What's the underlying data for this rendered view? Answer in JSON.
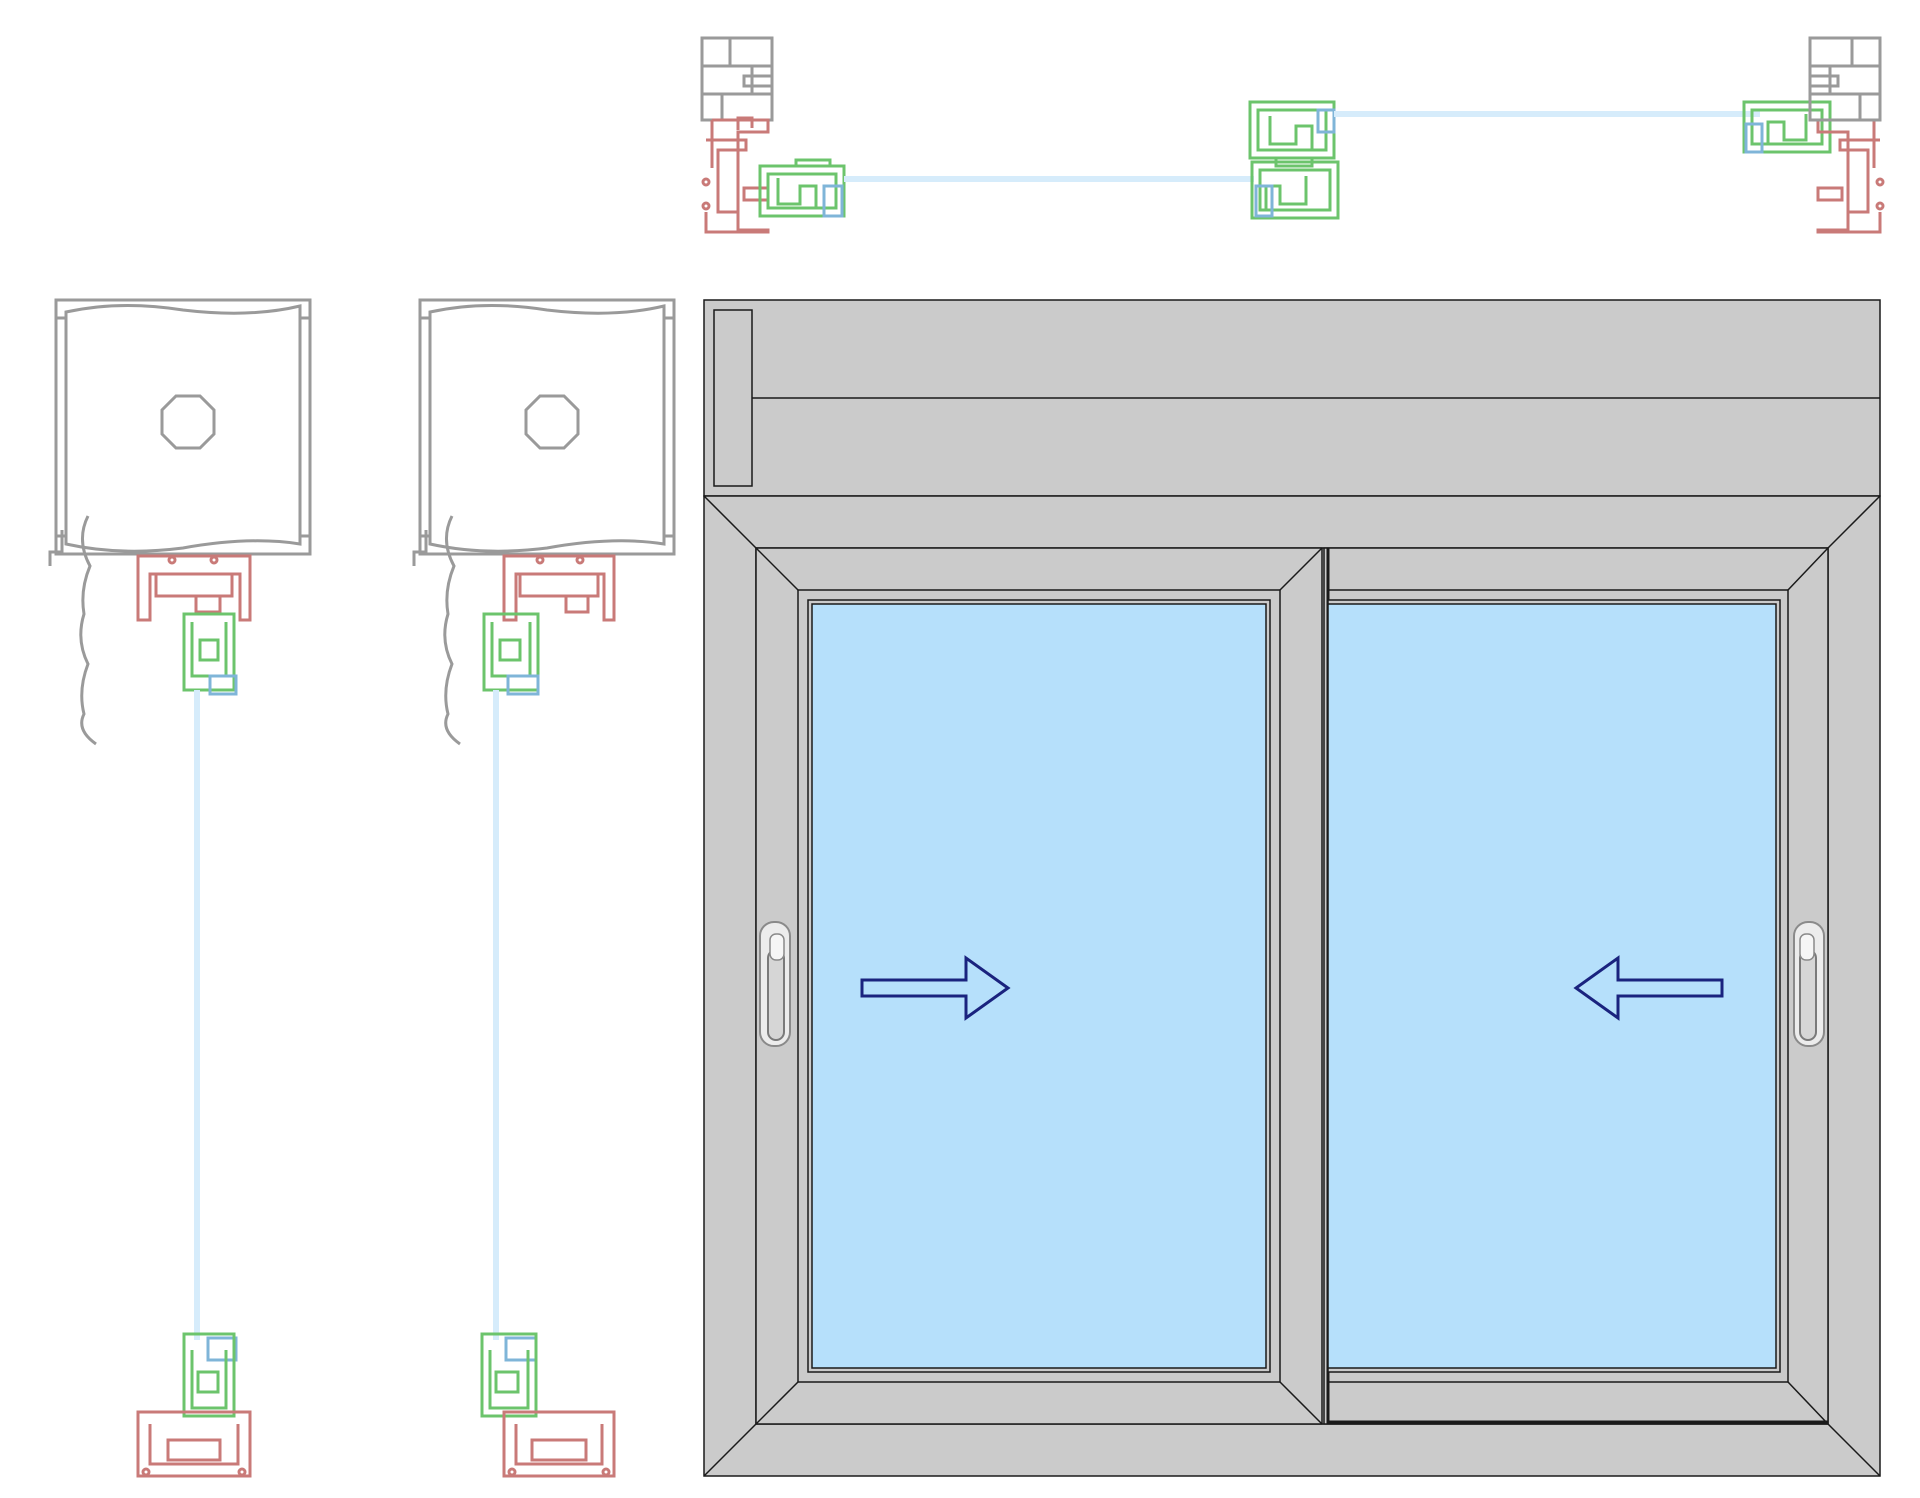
{
  "diagram": {
    "kind": "sliding-window-with-roller-shutter",
    "views": [
      "horizontal-section",
      "vertical-section-left-sash",
      "vertical-section-right-sash",
      "front-elevation"
    ],
    "sashes": [
      {
        "position": "left",
        "opening_direction": "right"
      },
      {
        "position": "right",
        "opening_direction": "left"
      }
    ],
    "colors": {
      "frame_profile": "#c97a78",
      "sash_profile": "#6cc46c",
      "bead_profile": "#7fb5d8",
      "wall_and_box": "#9a9a9a",
      "glass_line": "#d6ecfb",
      "glass_fill": "#b6e0fb",
      "frame_fill": "#cbcbcb",
      "arrow": "#1a237e",
      "outline": "#1a1a1a"
    }
  }
}
